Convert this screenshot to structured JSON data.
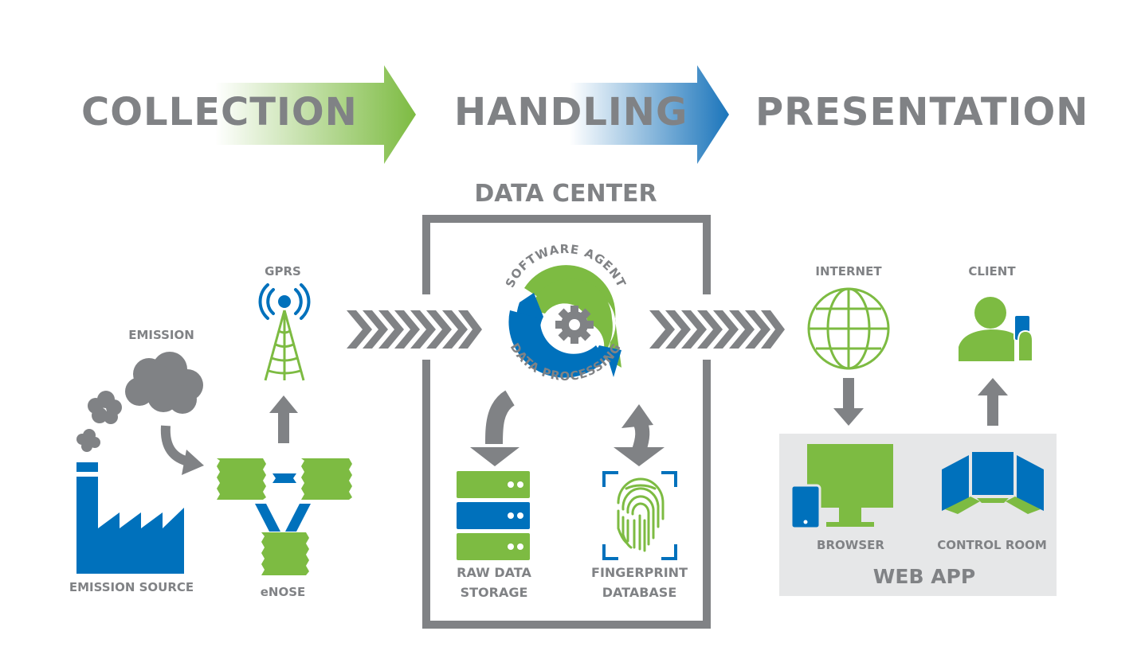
{
  "phases": [
    {
      "label": "COLLECTION",
      "color": "#7dbb42"
    },
    {
      "label": "HANDLING",
      "color": "#1b75bb"
    },
    {
      "label": "PRESENTATION"
    }
  ],
  "collection": {
    "emission": "EMISSION",
    "emission_source": "EMISSION SOURCE",
    "gprs": "GPRS",
    "enose": "eNOSE"
  },
  "handling": {
    "title": "DATA CENTER",
    "software_agent": "SOFTWARE AGENT",
    "data_processing": "DATA PROCESSING",
    "raw_data_line1": "RAW DATA",
    "raw_data_line2": "STORAGE",
    "fingerprint_line1": "FINGERPRINT",
    "fingerprint_line2": "DATABASE"
  },
  "presentation": {
    "internet": "INTERNET",
    "client": "CLIENT",
    "browser": "BROWSER",
    "control_room": "CONTROL ROOM",
    "web_app": "WEB APP"
  },
  "colors": {
    "green": "#7dbb42",
    "blue": "#0071bc",
    "gray": "#808285",
    "panel": "#e6e7e8"
  }
}
